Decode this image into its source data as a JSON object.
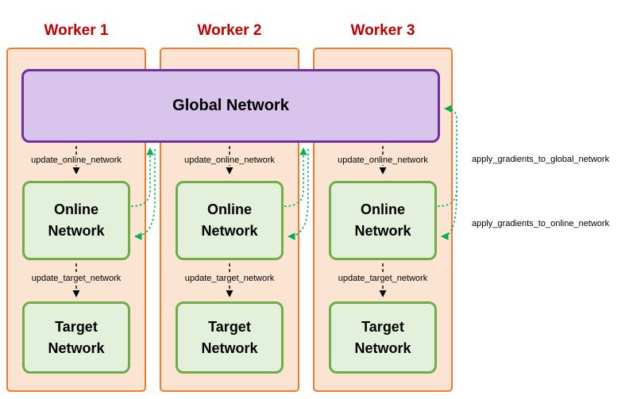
{
  "workers": [
    {
      "title": "Worker 1"
    },
    {
      "title": "Worker 2"
    },
    {
      "title": "Worker 3"
    }
  ],
  "nodes": {
    "global": "Global Network",
    "online": "Online\nNetwork",
    "target": "Target\nNetwork"
  },
  "edges": {
    "update_online": "update_online_network",
    "update_target": "update_target_network",
    "apply_gradients_global": "apply_gradients_to_global_network",
    "apply_gradients_online": "apply_gradients_to_online_network"
  },
  "colors": {
    "worker_fill": "#fbe4d1",
    "worker_border": "#ed7d31",
    "worker_title": "#c00000",
    "global_fill": "#d9c5ec",
    "global_border": "#7030a0",
    "network_fill": "#e3f0db",
    "network_border": "#70ad47",
    "gradient_arrow": "#00b050",
    "update_arrow": "#000000"
  }
}
